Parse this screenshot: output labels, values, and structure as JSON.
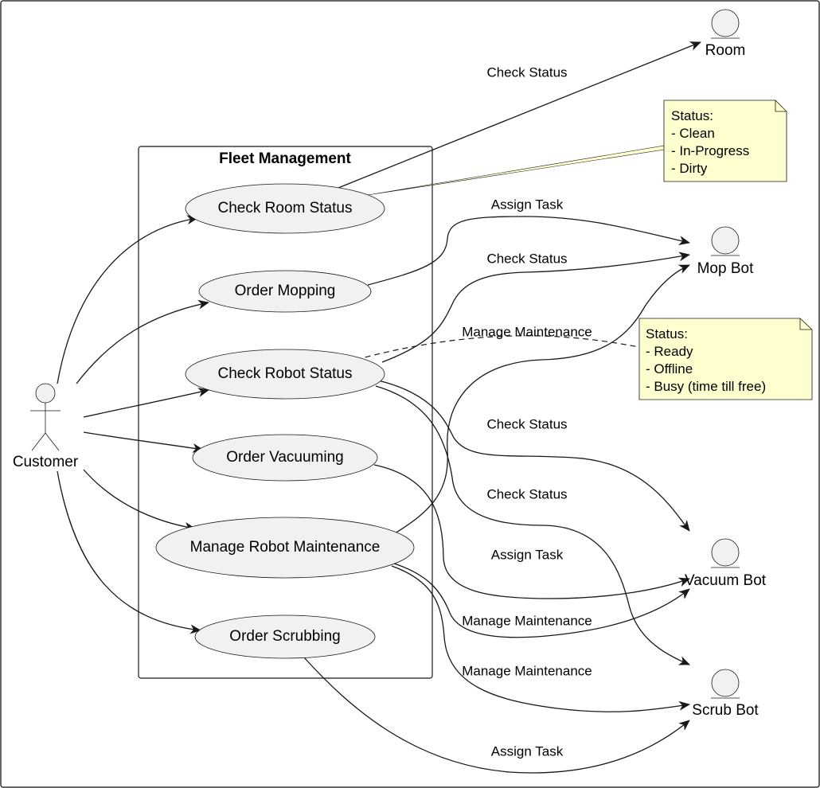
{
  "diagram": {
    "boundary_title": "Fleet Management",
    "actors": {
      "customer": "Customer",
      "room": "Room",
      "mop_bot": "Mop Bot",
      "vacuum_bot": "Vacuum Bot",
      "scrub_bot": "Scrub Bot"
    },
    "use_cases": {
      "check_room_status": "Check Room Status",
      "order_mopping": "Order Mopping",
      "check_robot_status": "Check Robot Status",
      "order_vacuuming": "Order Vacuuming",
      "manage_robot_maintenance": "Manage Robot Maintenance",
      "order_scrubbing": "Order Scrubbing"
    },
    "edge_labels": {
      "room_check_status": "Check Status",
      "mop_assign_task": "Assign Task",
      "mop_check_status": "Check Status",
      "mop_manage_maintenance": "Manage Maintenance",
      "vacuum_check_status": "Check Status",
      "scrub_check_status": "Check Status",
      "vacuum_assign_task": "Assign Task",
      "vacuum_manage_maintenance": "Manage Maintenance",
      "scrub_manage_maintenance": "Manage Maintenance",
      "scrub_assign_task": "Assign Task"
    },
    "notes": {
      "room_status": [
        "Status:",
        "- Clean",
        "- In-Progress",
        "- Dirty"
      ],
      "robot_status": [
        "Status:",
        "- Ready",
        "- Offline",
        "- Busy (time till free)"
      ]
    }
  }
}
